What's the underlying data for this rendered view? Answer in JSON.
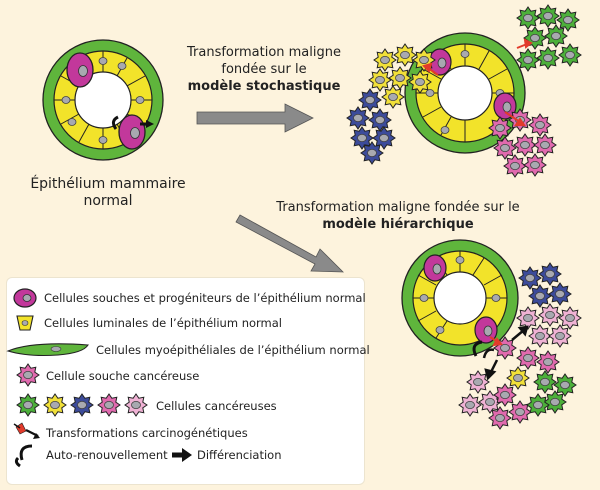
{
  "labels": {
    "normal_epithelium": "Épithélium mammaire normal",
    "stochastic_line1": "Transformation maligne",
    "stochastic_line2": "fondée sur le",
    "stochastic_bold": "modèle stochastique",
    "hierarchical_line1": "Transformation maligne fondée sur le",
    "hierarchical_bold": "modèle hiérarchique"
  },
  "legend": {
    "stem": "Cellules souches et progéniteurs de l’épithélium normal",
    "luminal": "Cellules luminales de l’épithélium normal",
    "myoepithelial": "Cellules myoépithéliales de l’épithélium normal",
    "cancer_stem": "Cellule souche cancéreuse",
    "cancer_cells": "Cellules cancéreuses",
    "transform": "Transformations carcinogénétiques",
    "self_renewal": "Auto-renouvellement",
    "differentiation": "Différenciation"
  },
  "colors": {
    "background": "#fdf3dd",
    "myoepithelial": "#5fb53c",
    "luminal": "#f2e32a",
    "stem": "#c2389b",
    "nucleus": "#a8a9b0",
    "cancer_green": "#4caf3a",
    "cancer_yellow": "#f1e03a",
    "cancer_blue": "#3c4b9a",
    "cancer_pink": "#e06aae",
    "cancer_light_pink": "#efb2d4",
    "arrow_grey": "#8a8a8a",
    "transform_red": "#e23b2b"
  }
}
